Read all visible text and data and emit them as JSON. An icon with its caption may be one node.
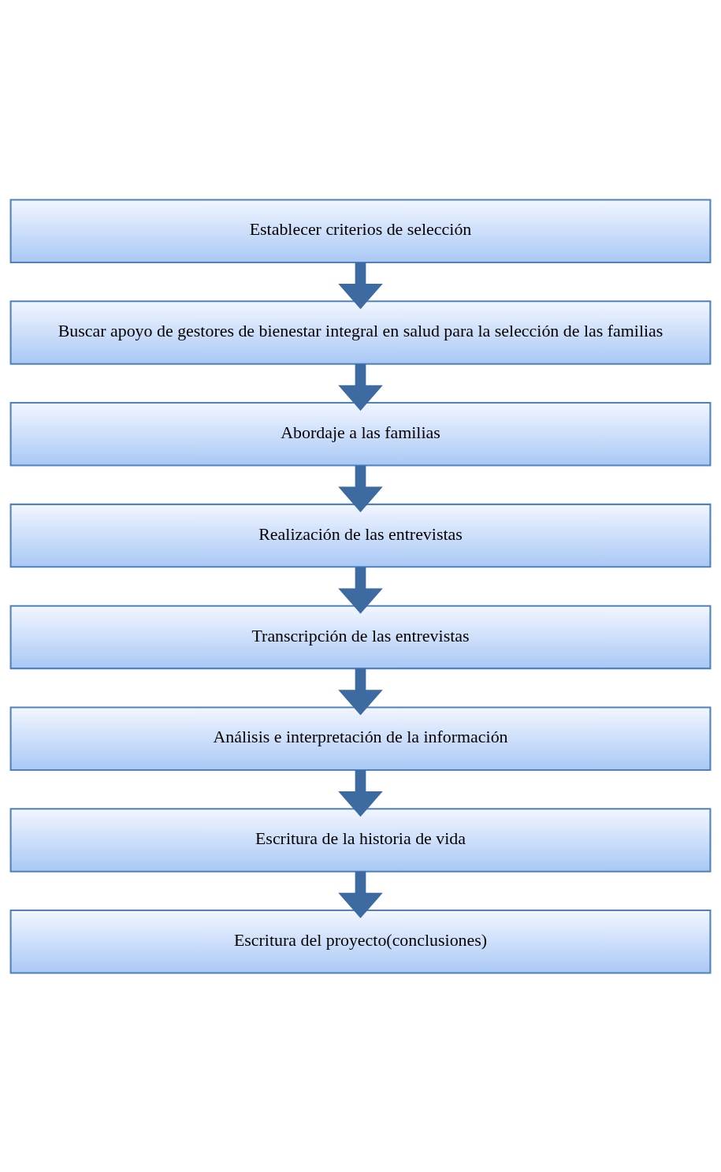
{
  "diagram": {
    "nodes": [
      {
        "text": [
          "Establecer criterios de selección"
        ]
      },
      {
        "text": [
          "Buscar apoyo de gestores de bienestar integral en salud para la selección de las familias"
        ]
      },
      {
        "text": [
          "Abordaje a las familias"
        ]
      },
      {
        "text": [
          "Realización de las entrevistas"
        ]
      },
      {
        "text": [
          "Transcripción de las entrevistas"
        ]
      },
      {
        "text": [
          "Análisis e interpretación de la información"
        ]
      },
      {
        "text": [
          "Escritura de la historia de vida"
        ]
      },
      {
        "text": [
          "Escritura del proyecto(conclusiones)"
        ]
      }
    ],
    "edges": [
      {
        "from": 0,
        "to": 1,
        "arrow": "to"
      },
      {
        "from": 1,
        "to": 2,
        "arrow": "to"
      },
      {
        "from": 2,
        "to": 3,
        "arrow": "to"
      },
      {
        "from": 3,
        "to": 4,
        "arrow": "to"
      },
      {
        "from": 4,
        "to": 5,
        "arrow": "to"
      },
      {
        "from": 5,
        "to": 6,
        "arrow": "to"
      },
      {
        "from": 6,
        "to": 7,
        "arrow": "to"
      }
    ]
  }
}
